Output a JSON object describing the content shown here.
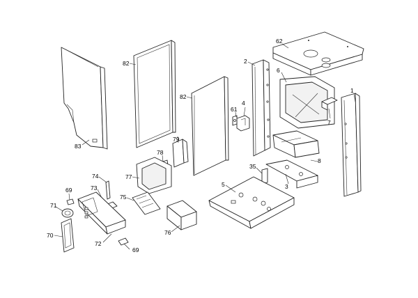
{
  "labels": {
    "p1": "1",
    "p2": "2",
    "p3": "3",
    "p4": "4",
    "p5": "5",
    "p6": "6",
    "p7": "7",
    "p8": "8",
    "p35": "35",
    "p61": "61",
    "p62": "62",
    "p69a": "69",
    "p69b": "69",
    "p70": "70",
    "p71": "71",
    "p72": "72",
    "p73": "73",
    "p74": "74",
    "p75": "75",
    "p76": "76",
    "p77": "77",
    "p78": "78",
    "p79": "79",
    "p82a": "82",
    "p82b": "82",
    "p83": "83"
  }
}
